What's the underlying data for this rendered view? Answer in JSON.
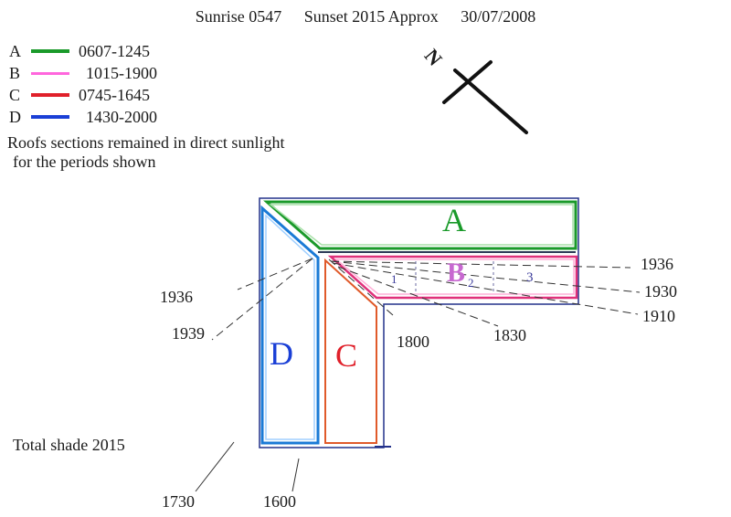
{
  "header": {
    "sunrise": "Sunrise 0547",
    "sunset": "Sunset 2015 Approx",
    "date": "30/07/2008"
  },
  "legend": [
    {
      "letter": "A",
      "range": "0607-1245",
      "color": "#1a9a2a"
    },
    {
      "letter": "B",
      "range": "1015-1900",
      "color": "#ff66dd"
    },
    {
      "letter": "C",
      "range": "0745-1645",
      "color": "#e0202a"
    },
    {
      "letter": "D",
      "range": "1430-2000",
      "color": "#1a3fd6"
    }
  ],
  "note": {
    "line1": "Roofs sections remained in direct sunlight",
    "line2": "for the periods shown"
  },
  "compass": {
    "label": "N"
  },
  "sections": {
    "a": {
      "label": "A",
      "color": "#1a9a2a"
    },
    "b": {
      "label": "B",
      "color": "#c768d0",
      "sub1": "1",
      "sub2": "2",
      "sub3": "3"
    },
    "c": {
      "label": "C",
      "color": "#e0202a"
    },
    "d": {
      "label": "D",
      "color": "#1a3fd6"
    }
  },
  "times": {
    "t1936_right": "1936",
    "t1930": "1930",
    "t1910": "1910",
    "t1830": "1830",
    "t1800": "1800",
    "t1936_left": "1936",
    "t1939": "1939",
    "t1730": "1730",
    "t1600": "1600",
    "total_shade": "Total shade 2015"
  }
}
